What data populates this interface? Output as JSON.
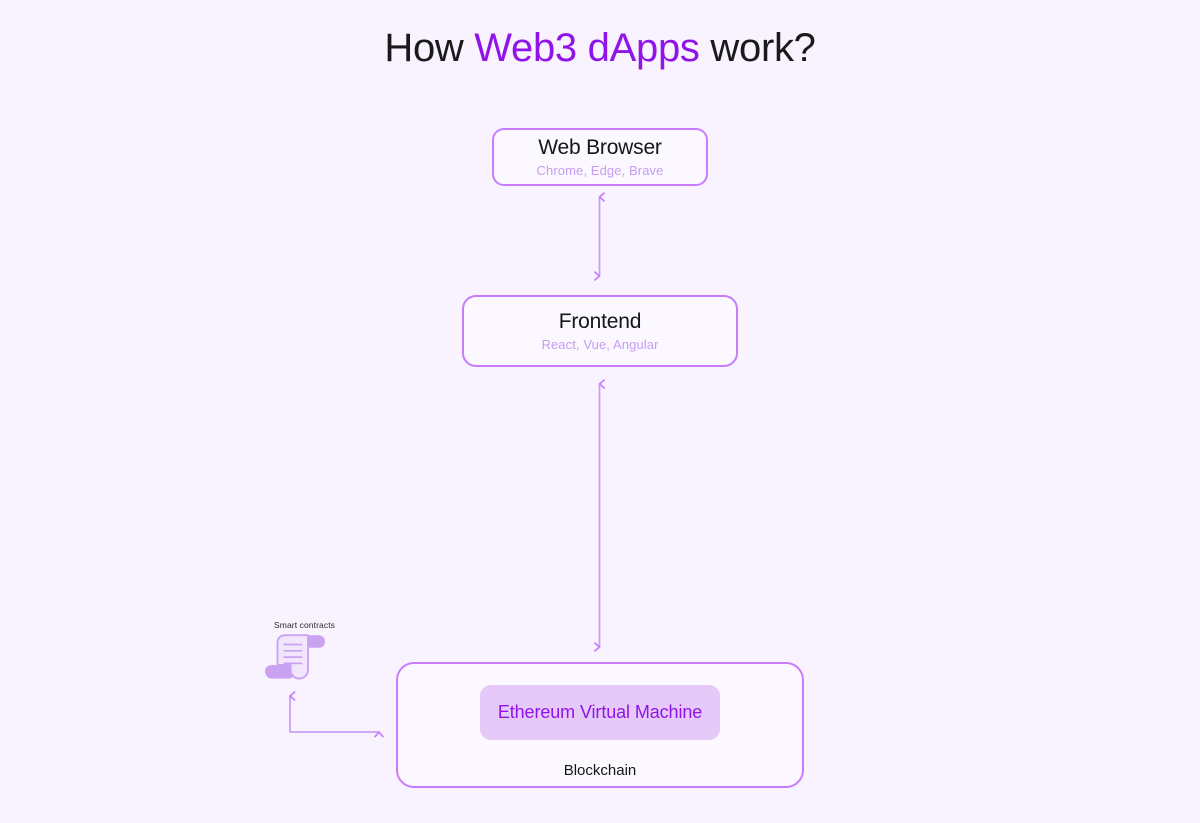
{
  "page": {
    "background_color": "#f8f3fe",
    "accent_color": "#9013e8",
    "border_color": "#c77dfb",
    "muted_text_color": "#c79cf0"
  },
  "title": {
    "before": "How ",
    "highlight": "Web3 dApps",
    "after": " work?"
  },
  "nodes": {
    "browser": {
      "title": "Web Browser",
      "subtitle": "Chrome, Edge, Brave"
    },
    "frontend": {
      "title": "Frontend",
      "subtitle": "React, Vue, Angular"
    },
    "blockchain": {
      "evm_label": "Ethereum Virtual Machine",
      "label": "Blockchain"
    },
    "smart_contracts": {
      "label": "Smart contracts",
      "icon": "scroll-document-icon"
    }
  },
  "connectors": [
    {
      "name": "browser-frontend-connector",
      "from": "Frontend",
      "to": "Web Browser",
      "style": "double-headed-vertical-arrow"
    },
    {
      "name": "frontend-blockchain-connector",
      "from": "Blockchain",
      "to": "Frontend",
      "style": "double-headed-vertical-arrow"
    },
    {
      "name": "smart-contracts-blockchain-connector",
      "from": "Smart contracts",
      "to": "Blockchain",
      "style": "elbow-double-arrow"
    }
  ]
}
